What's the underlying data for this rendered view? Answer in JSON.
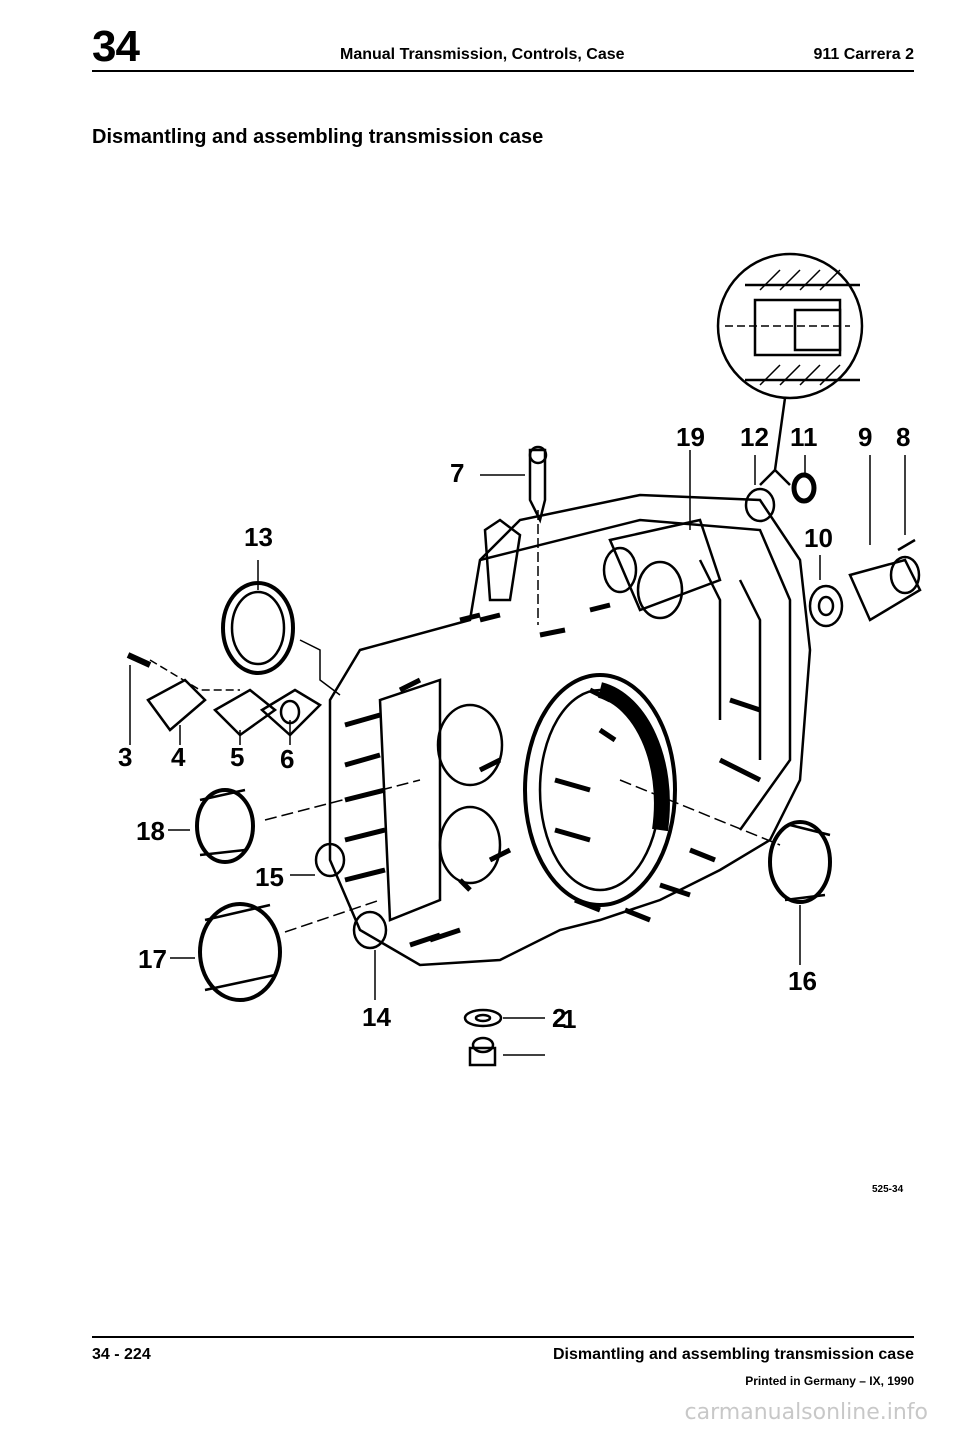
{
  "header": {
    "chapter": "34",
    "title": "Manual Transmission, Controls, Case",
    "model": "911 Carrera 2"
  },
  "section_title": "Dismantling and assembling transmission case",
  "callouts": {
    "c1": "1",
    "c2": "2",
    "c3": "3",
    "c4": "4",
    "c5": "5",
    "c6": "6",
    "c7": "7",
    "c8": "8",
    "c9": "9",
    "c10": "10",
    "c11": "11",
    "c12": "12",
    "c13": "13",
    "c14": "14",
    "c15": "15",
    "c16": "16",
    "c17": "17",
    "c18": "18",
    "c19": "19"
  },
  "figure_ref": "525-34",
  "footer": {
    "page": "34 - 224",
    "title": "Dismantling and assembling transmission case",
    "printed": "Printed in Germany – IX, 1990"
  },
  "watermark": "carmanualsonline.info"
}
